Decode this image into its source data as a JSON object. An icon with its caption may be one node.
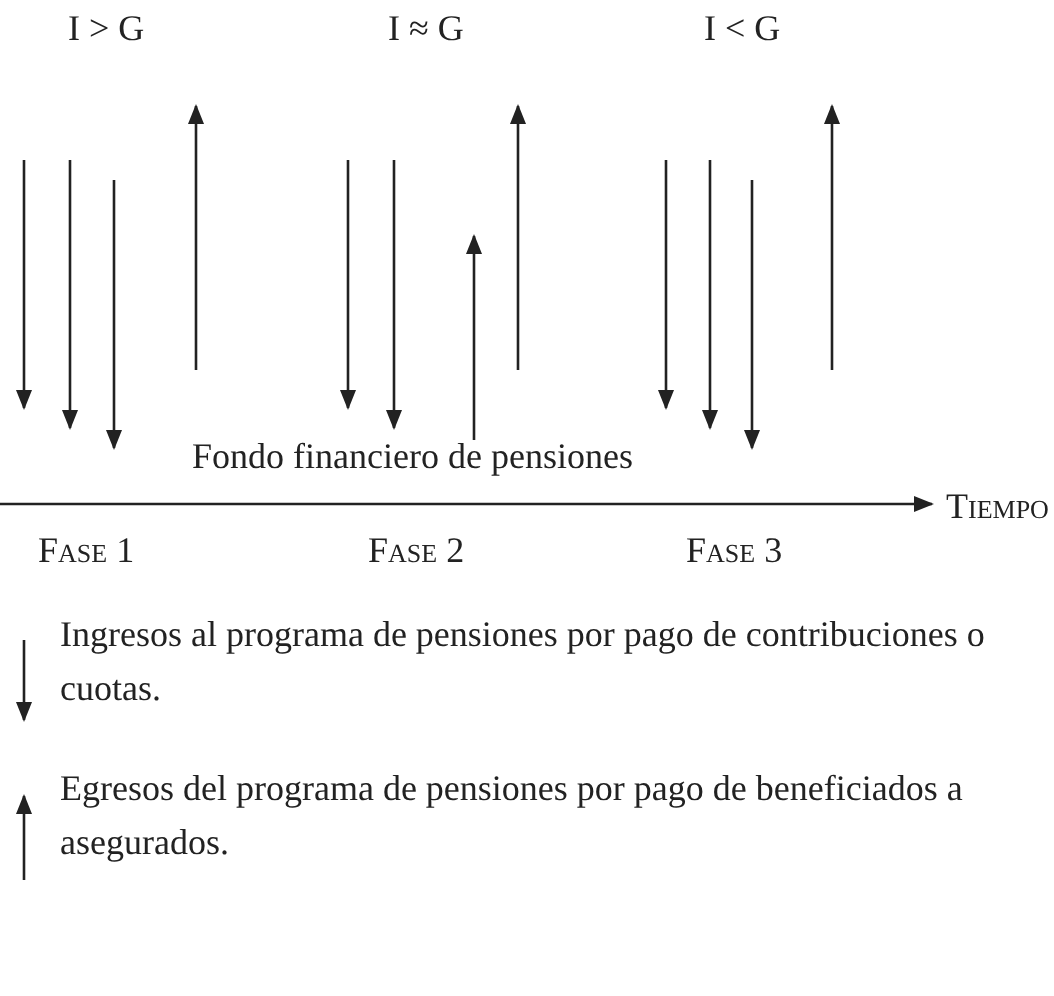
{
  "diagram": {
    "labels": [
      "I > G",
      "I ≈ G",
      "I < G",
      "Fondo financiero de pensiones",
      "Tiempo",
      "Fase 1",
      "Fase 2",
      "Fase 3"
    ],
    "legend": [
      {
        "text": "Ingresos al programa de pensiones por pago de contribuciones o cuotas."
      },
      {
        "text": "Egresos del programa de pensiones por pago de beneficiados a asegurados."
      }
    ]
  }
}
